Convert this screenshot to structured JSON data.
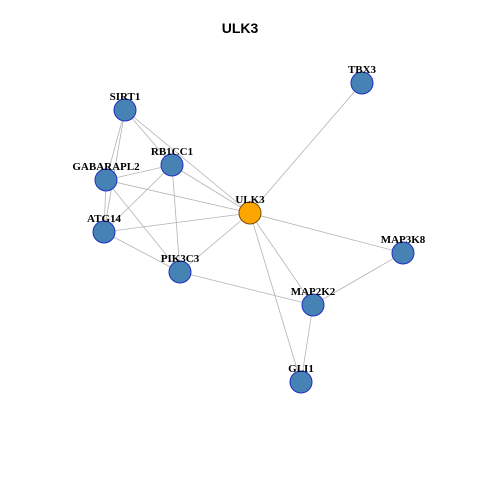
{
  "title": "ULK3",
  "colors": {
    "node_fill": "#4682b4",
    "node_stroke": "#1e2fc4",
    "center_fill": "#ffa500",
    "center_stroke": "#7a4d00",
    "edge": "#b3b3b3"
  },
  "nodes": [
    {
      "id": "ULK3",
      "center": true
    },
    {
      "id": "TBX3"
    },
    {
      "id": "SIRT1"
    },
    {
      "id": "RB1CC1"
    },
    {
      "id": "GABARAPL2"
    },
    {
      "id": "ATG14"
    },
    {
      "id": "PIK3C3"
    },
    {
      "id": "MAP3K8"
    },
    {
      "id": "MAP2K2"
    },
    {
      "id": "GLI1"
    }
  ],
  "edges": [
    [
      "ULK3",
      "TBX3"
    ],
    [
      "ULK3",
      "SIRT1"
    ],
    [
      "ULK3",
      "RB1CC1"
    ],
    [
      "ULK3",
      "GABARAPL2"
    ],
    [
      "ULK3",
      "ATG14"
    ],
    [
      "ULK3",
      "PIK3C3"
    ],
    [
      "ULK3",
      "MAP3K8"
    ],
    [
      "ULK3",
      "MAP2K2"
    ],
    [
      "ULK3",
      "GLI1"
    ],
    [
      "SIRT1",
      "RB1CC1"
    ],
    [
      "SIRT1",
      "GABARAPL2"
    ],
    [
      "SIRT1",
      "ATG14"
    ],
    [
      "RB1CC1",
      "GABARAPL2"
    ],
    [
      "RB1CC1",
      "ATG14"
    ],
    [
      "RB1CC1",
      "PIK3C3"
    ],
    [
      "GABARAPL2",
      "ATG14"
    ],
    [
      "GABARAPL2",
      "PIK3C3"
    ],
    [
      "ATG14",
      "PIK3C3"
    ],
    [
      "PIK3C3",
      "MAP2K2"
    ],
    [
      "MAP3K8",
      "MAP2K2"
    ],
    [
      "MAP2K2",
      "GLI1"
    ]
  ]
}
